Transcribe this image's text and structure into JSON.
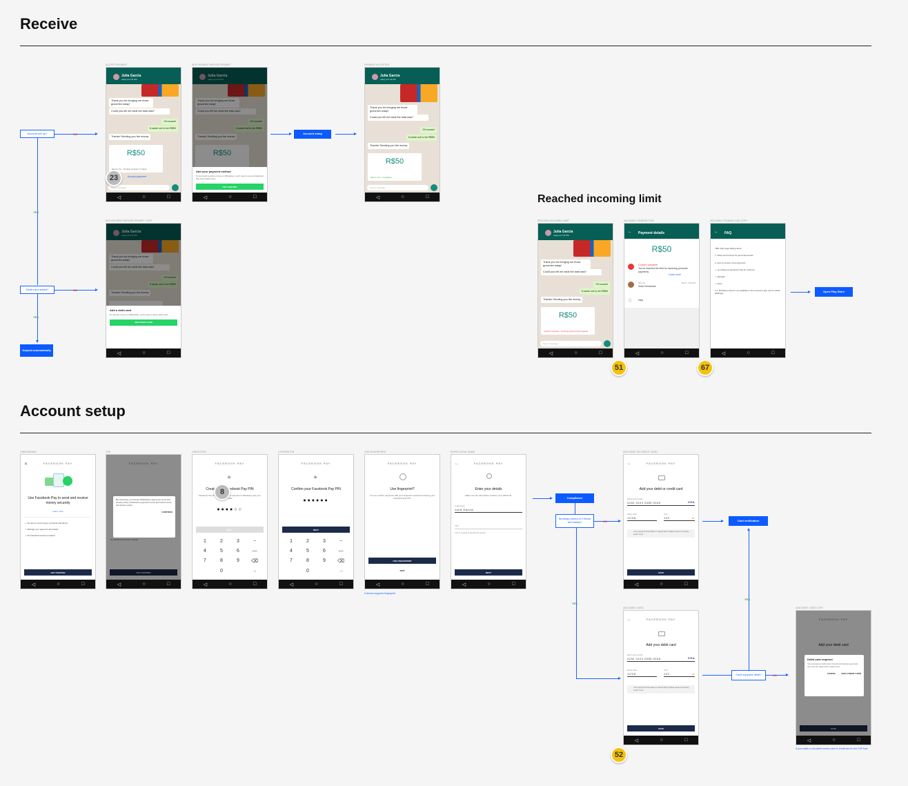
{
  "sections": {
    "receive": "Receive",
    "reached_limit": "Reached incoming limit",
    "account_setup": "Account setup"
  },
  "colors": {
    "accent": "#1a63ff",
    "whatsapp": "#075e54",
    "green": "#25d366",
    "badge": "#f4c20d",
    "no": "#e53935",
    "yes": "#43a047"
  },
  "flow": {
    "account_setup_q": "Account set up?",
    "debit_card_q": "Debit card added?",
    "deposit": "Deposit automatically",
    "account_setup_btn": "Account setup",
    "open_play_store": "Open Play Store",
    "compliance": "Compliance",
    "sending_q": "Sending money to Friends and family?",
    "card_verification": "Card verification",
    "card_supports_q": "Card supports debit?",
    "no": "NO",
    "yes": "YES"
  },
  "captions": {
    "accept_payment": "Accept payment",
    "add_payment_prompt": "Add payment method prompt",
    "payment_accepted": "Payment accepted",
    "add_payment_prompt_copy": "Add payment method prompt copy",
    "reached_limit": "Reached incoming limit",
    "incoming_transaction": "Incoming transaction",
    "incoming_transaction_copy": "Incoming transaction copy",
    "onboarding": "Onboarding",
    "tos": "ToS",
    "create_pin": "Create PIN",
    "confirm_pin": "Confirm PIN",
    "use_fingerprint": "Use fingerprint",
    "enter_legal_name": "Enter legal name",
    "add_debit_credit": "Add debit or credit card",
    "add_debit_card": "Add debit card",
    "add_debit_card_copy": "Add debit card copy"
  },
  "chat": {
    "name": "Julia Garcia",
    "sub": "today at 3:41 PM",
    "msg1": "Thank you for bringing me those groceries today!",
    "msg1_time": "3:15 PM",
    "msg2": "Could you tell me what the total was?",
    "msg2_time": "3:15 PM",
    "msg3": "Of course!",
    "msg3_time": "3:15 PM",
    "msg4": "It came out to be R$50",
    "msg4_time": "3:16 PM",
    "msg5": "Thanks! Sending you the money",
    "msg5_time": "3:17 PM",
    "amount": "R$50",
    "pending": "Sent to You · Pending (expires in 3 days)",
    "accept": "Accept payment",
    "completed": "Sent to You · Completed",
    "couldnt": "Couldn't complete · incoming payment limit reached",
    "input_placeholder": "Type a message",
    "sheet_title": "Add your payment method",
    "sheet_text": "To send and receive money on WhatsApp, you'll need to set up Facebook Pay and a debit card.",
    "sheet_btn": "GET STARTED",
    "debit_title": "Add a debit card",
    "debit_text": "To receive money on WhatsApp, you'll need to add a debit card.",
    "debit_btn": "ADD DEBIT CARD"
  },
  "payment_details": {
    "title": "Payment details",
    "amount": "R$50",
    "status": "Couldn't complete",
    "status_text": "You've reached the limit for incoming personal payments.",
    "learn_more": "Learn more",
    "sent_by": "Sent by",
    "sender": "Sofia Fernandes",
    "date": "Sep 5, 1:50 AM",
    "help": "Help"
  },
  "faq": {
    "title": "FAQ",
    "lines": [
      "TBD: FAQ page talking about",
      "1. What are the limits for personal transfer",
      "2. How to receive more payments",
      "— by setting up Facebook Pay for business",
      "— Benefits",
      "— Fees",
      "2.1. Disclaimer that it's not available in the consumer app, ask to install SMB app"
    ]
  },
  "badges": {
    "b23": "23",
    "b51": "51",
    "b67": "67",
    "b8": "8",
    "b52": "52"
  },
  "fbpay": {
    "brand": "FACEBOOK PAY",
    "onboard_title": "Use Facebook Pay to send and receive money securely",
    "learn_more": "Learn more",
    "bullets": [
      "No fees to send money to friends and family",
      "Manage your payment information",
      "No Facebook account needed"
    ],
    "get_started": "GET STARTED",
    "tos_text": "By continuing, you accept WhatsApp's payments terms and privacy policy, Facebook's payments terms and Cielo's terms and privacy policy.",
    "continue": "CONTINUE",
    "tos_footer": "No Facebook account needed",
    "create_pin_title": "Create your Facebook Pay PIN",
    "create_pin_text": "Facebook Pay PIN is needed. Each payment in WhatsApp and your profile.",
    "confirm_pin_title": "Confirm your Facebook Pay PIN",
    "pin_partial": "●●●●○○",
    "pin_full": "●●●●●●",
    "next": "NEXT",
    "keypad": [
      "1",
      "2",
      "3",
      "−",
      "4",
      "5",
      "6",
      "—",
      "7",
      "8",
      "9",
      "⌫",
      "",
      "0",
      "",
      "→"
    ],
    "fingerprint_title": "Use fingerprint?",
    "fingerprint_text": "You can confirm payments with your fingerprint instead of entering your Facebook Pay PIN.",
    "use_fingerprint": "USE FINGERPRINT",
    "skip": "SKIP",
    "fingerprint_note": "If device supports fingerprint",
    "details_title": "Enter your details",
    "details_text": "Make sure the information matches your official ID.",
    "legal_name_label": "Legal name",
    "legal_name_value": "Julia Garcia",
    "cpf_label": "CPF",
    "cpf_hint": "This is needed to identify the sender",
    "debit_credit_title": "Add your debit or credit card",
    "debit_title": "Add your debit card",
    "card_number_label": "Debit card number",
    "card_number": "4152 3124 0085 0045",
    "visa": "VISA",
    "expiry_label": "Expiry date",
    "expiry": "12/28",
    "cvv_label": "CVV",
    "cvv": "123",
    "secure_note": "Your payment information is saved with multiple levels of security. Learn more",
    "save": "SAVE",
    "modal_title": "Debit card required",
    "modal_text": "You entered a credit card. Friends and family payments can only be made with a debit card.",
    "cancel": "CANCEL",
    "add_debit": "ADD A DEBIT CARD",
    "combo_note": "If your adds a non-debit combo card or credit card in the P2P flow"
  }
}
